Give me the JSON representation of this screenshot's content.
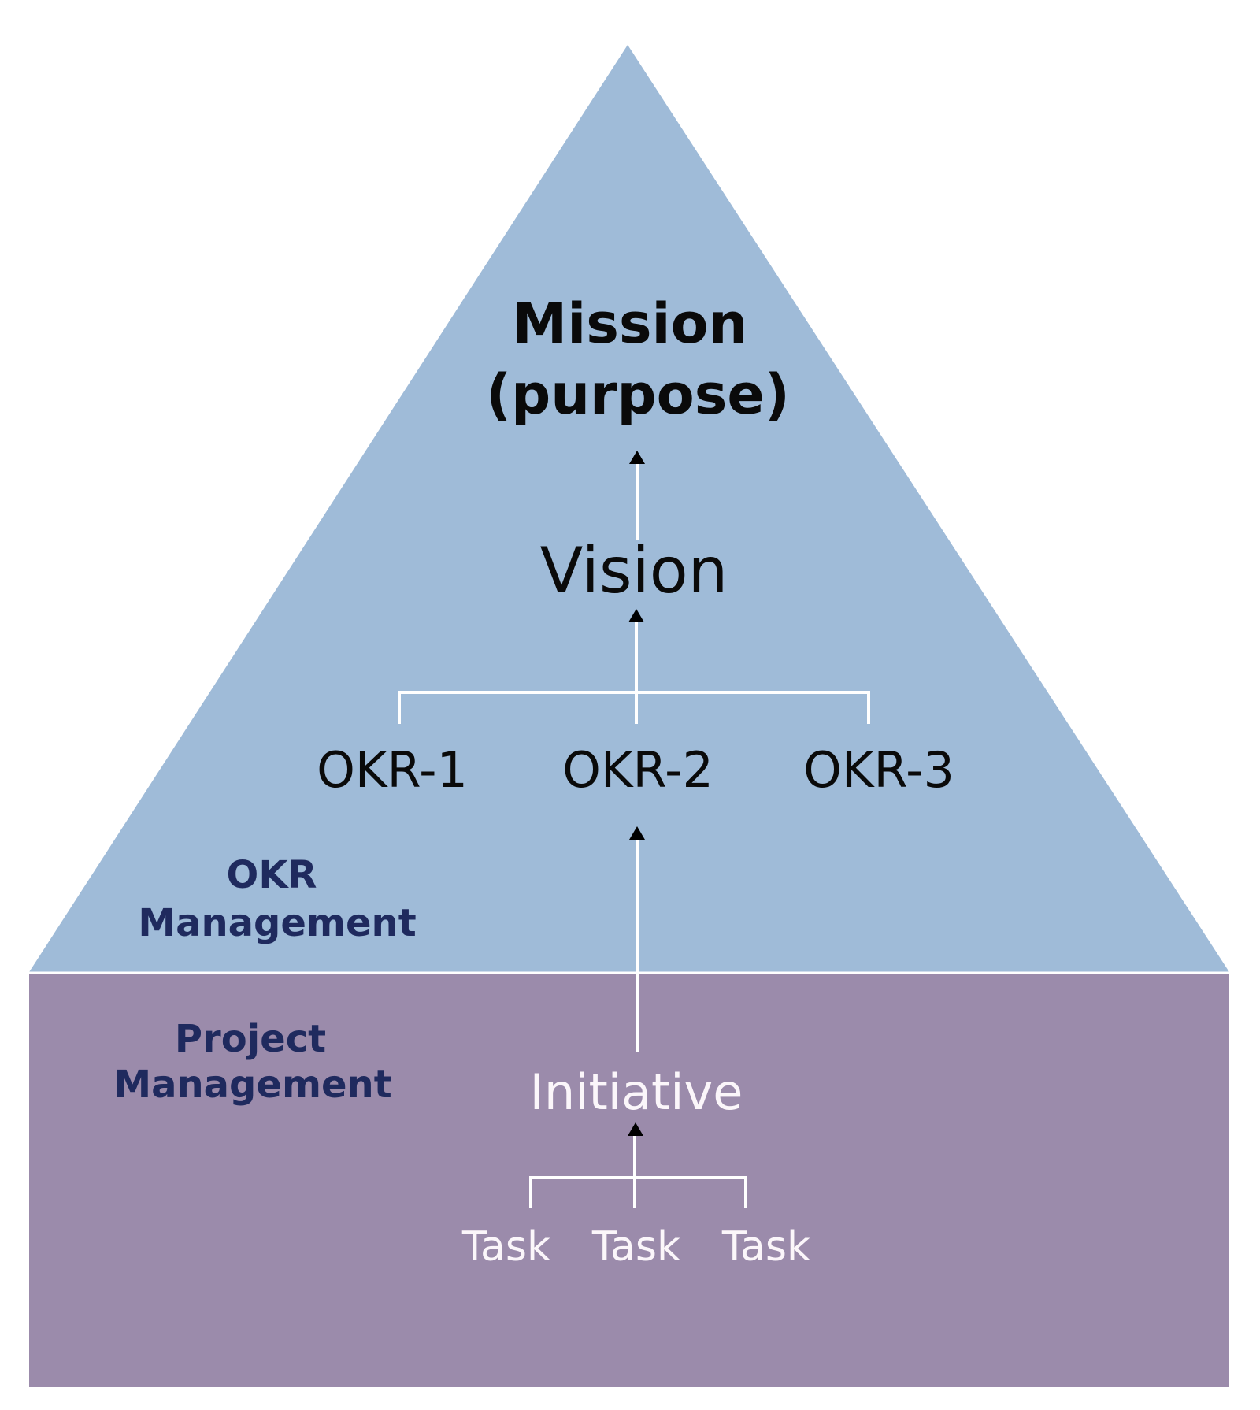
{
  "diagram": {
    "colors": {
      "okr_layer": "#9fbbd8",
      "project_layer": "#9b8bab",
      "connector": "#ffffff",
      "arrowhead": "#000000",
      "section_label": "#1f2a5e"
    },
    "okr_layer": {
      "section_label_line1": "OKR",
      "section_label_line2": "Management",
      "mission_line1": "Mission",
      "mission_line2": "(purpose)",
      "vision": "Vision",
      "okrs": [
        "OKR-1",
        "OKR-2",
        "OKR-3"
      ]
    },
    "project_layer": {
      "section_label_line1": "Project",
      "section_label_line2": "Management",
      "initiative": "Initiative",
      "tasks": [
        "Task",
        "Task",
        "Task"
      ]
    },
    "relationships": [
      {
        "from": "Vision",
        "to": "Mission (purpose)"
      },
      {
        "from": "OKR-1",
        "to": "Vision"
      },
      {
        "from": "OKR-2",
        "to": "Vision"
      },
      {
        "from": "OKR-3",
        "to": "Vision"
      },
      {
        "from": "Initiative",
        "to": "OKR-2"
      },
      {
        "from": "Task",
        "to": "Initiative"
      }
    ]
  }
}
